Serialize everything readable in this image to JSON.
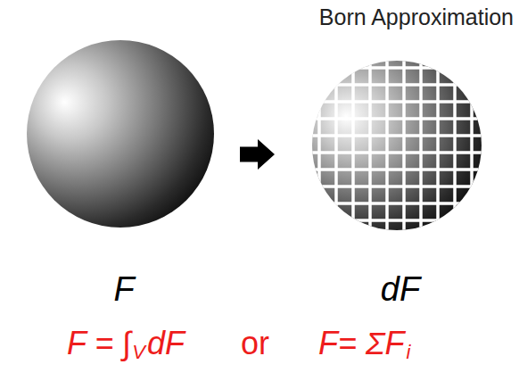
{
  "diagram": {
    "title": "Born Approximation",
    "nodes": [
      {
        "text": [
          "F"
        ]
      },
      {
        "text": [
          "dF"
        ]
      }
    ],
    "edges": [
      {
        "from": 0,
        "to": 1,
        "arrow": "to"
      }
    ],
    "labels": [
      "F = ∫",
      "V",
      "dF",
      "or",
      "F= ΣF",
      "i"
    ]
  }
}
